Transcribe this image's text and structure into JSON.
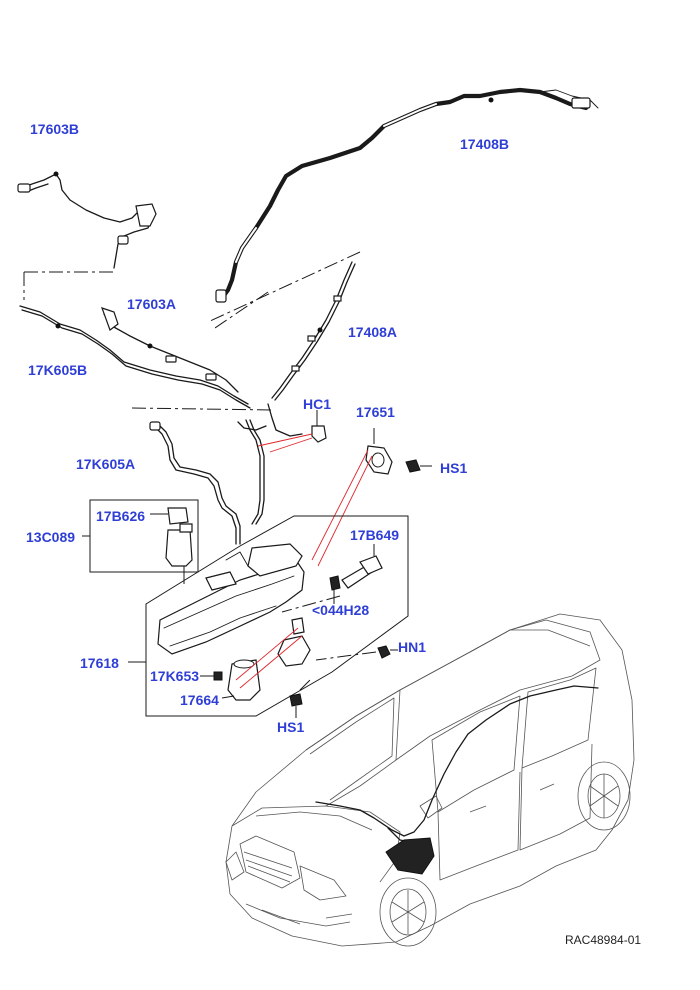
{
  "labels": {
    "p17603B": "17603B",
    "p17408B": "17408B",
    "p17603A": "17603A",
    "p17408A": "17408A",
    "p17K605B": "17K605B",
    "pHC1": "HC1",
    "p17651": "17651",
    "pHS1a": "HS1",
    "p17K605A": "17K605A",
    "p17B626": "17B626",
    "p13C089": "13C089",
    "p17B649": "17B649",
    "p044H28": "<044H28",
    "pHN1": "HN1",
    "p17618": "17618",
    "p17K653": "17K653",
    "p17664": "17664",
    "pHS1b": "HS1"
  },
  "reference": "RAC48984-01",
  "colors": {
    "label": "#2f3fd6",
    "callout_red": "#e0262c",
    "line": "#1a1a1a"
  }
}
